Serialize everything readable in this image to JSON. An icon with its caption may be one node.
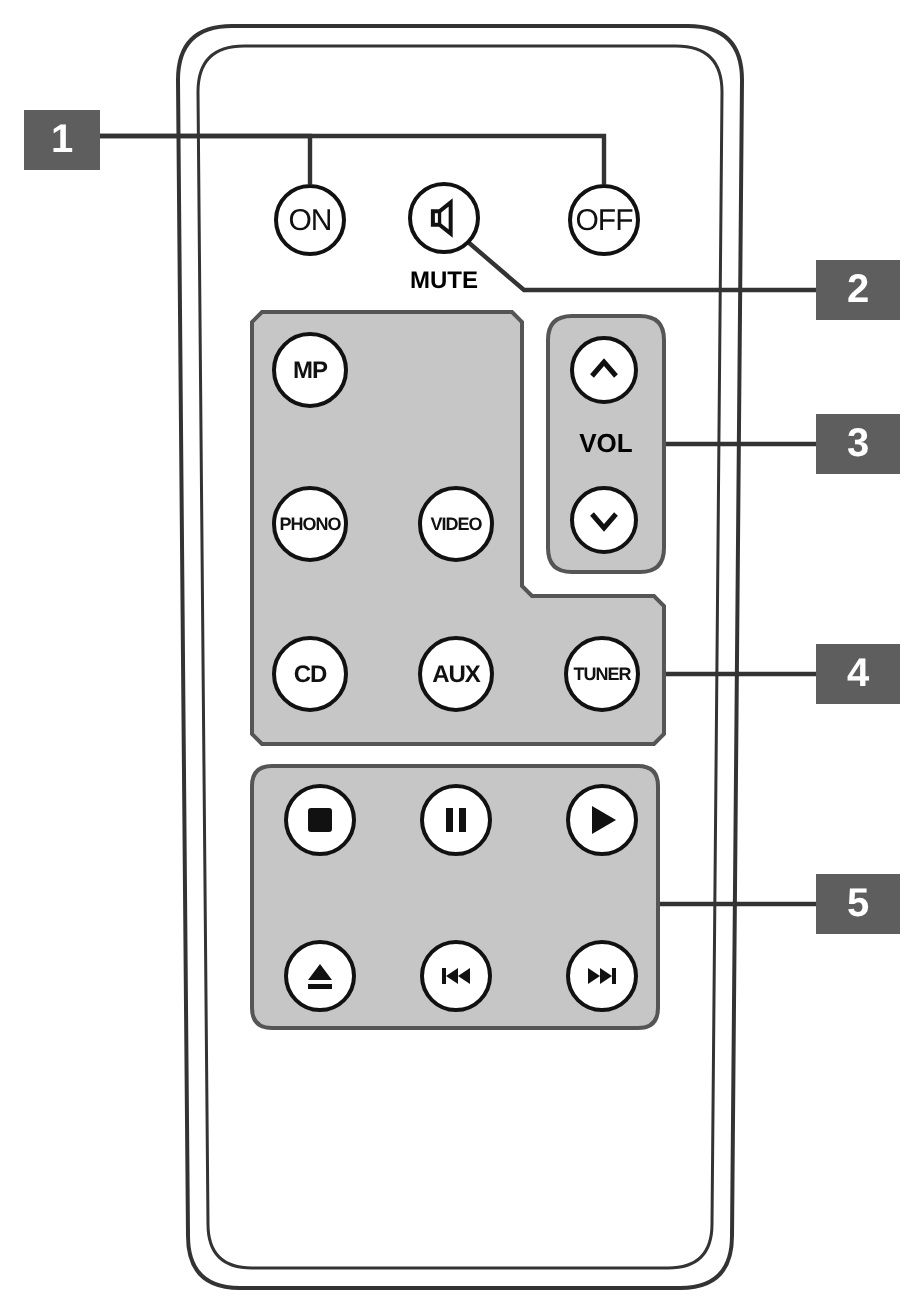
{
  "diagram": {
    "nodes": [
      {
        "text": [
          "1"
        ]
      },
      {
        "text": [
          "ON"
        ]
      },
      {
        "text": [
          "OFF"
        ]
      },
      {
        "text": [
          "2"
        ]
      },
      {
        "text": [
          "MUTE"
        ]
      },
      {
        "text": [
          "3"
        ]
      },
      {
        "text": [
          "VOL"
        ]
      },
      {
        "text": [],
        "shape": "circle",
        "in": 6
      },
      {
        "text": [],
        "shape": "circle",
        "in": 6
      },
      {
        "text": [
          "4"
        ]
      },
      {
        "text": [],
        "shape": "box"
      },
      {
        "text": [
          "MP"
        ],
        "in": 10
      },
      {
        "text": [
          "PHONO"
        ],
        "in": 10
      },
      {
        "text": [
          "VIDEO"
        ],
        "in": 10
      },
      {
        "text": [
          "CD"
        ],
        "in": 10
      },
      {
        "text": [
          "AUX"
        ],
        "in": 10
      },
      {
        "text": [
          "TUNER"
        ],
        "in": 10
      },
      {
        "text": [
          "5"
        ]
      },
      {
        "text": [],
        "shape": "box"
      },
      {
        "text": [],
        "shape": "circle",
        "in": 18
      },
      {
        "text": [],
        "shape": "circle",
        "in": 18
      },
      {
        "text": [],
        "shape": "circle",
        "in": 18
      },
      {
        "text": [],
        "shape": "circle",
        "in": 18
      },
      {
        "text": [],
        "shape": "circle",
        "in": 18
      },
      {
        "text": [],
        "shape": "circle",
        "in": 18
      }
    ],
    "edges": [
      {
        "from": 0,
        "to": 1,
        "arrow": "none"
      },
      {
        "from": 0,
        "to": 2,
        "arrow": "none"
      },
      {
        "from": 3,
        "to": 4,
        "arrow": "none"
      },
      {
        "from": 5,
        "to": 6,
        "arrow": "none"
      },
      {
        "from": 9,
        "to": 10,
        "arrow": "none"
      },
      {
        "from": 17,
        "to": 18,
        "arrow": "none"
      }
    ]
  }
}
